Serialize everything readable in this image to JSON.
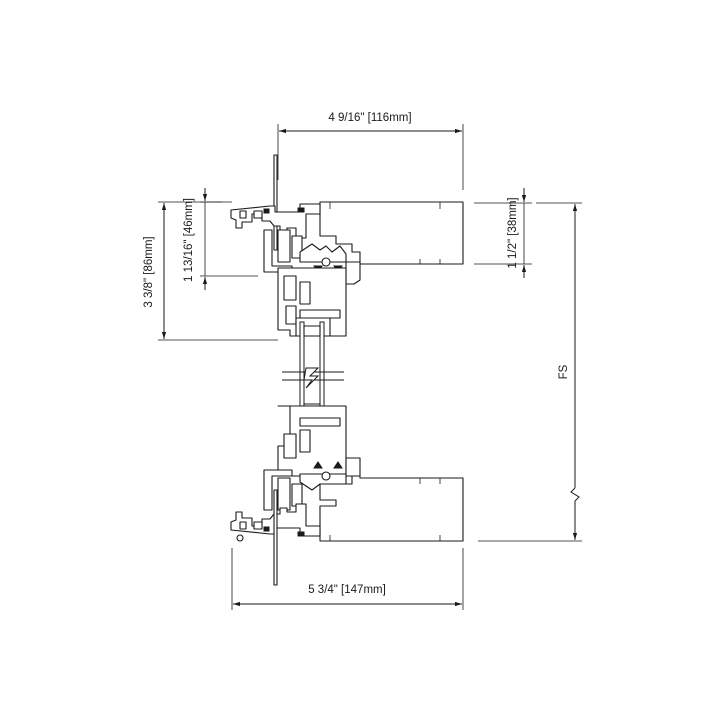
{
  "dimensions": {
    "top_width": "4 9/16\" [116mm]",
    "bottom_width": "5 3/4\" [147mm]",
    "left_outer": "3 3/8\" [86mm]",
    "left_inner": "1 13/16\" [46mm]",
    "right_small": "1 1/2\" [38mm]",
    "right_fs": "FS"
  }
}
